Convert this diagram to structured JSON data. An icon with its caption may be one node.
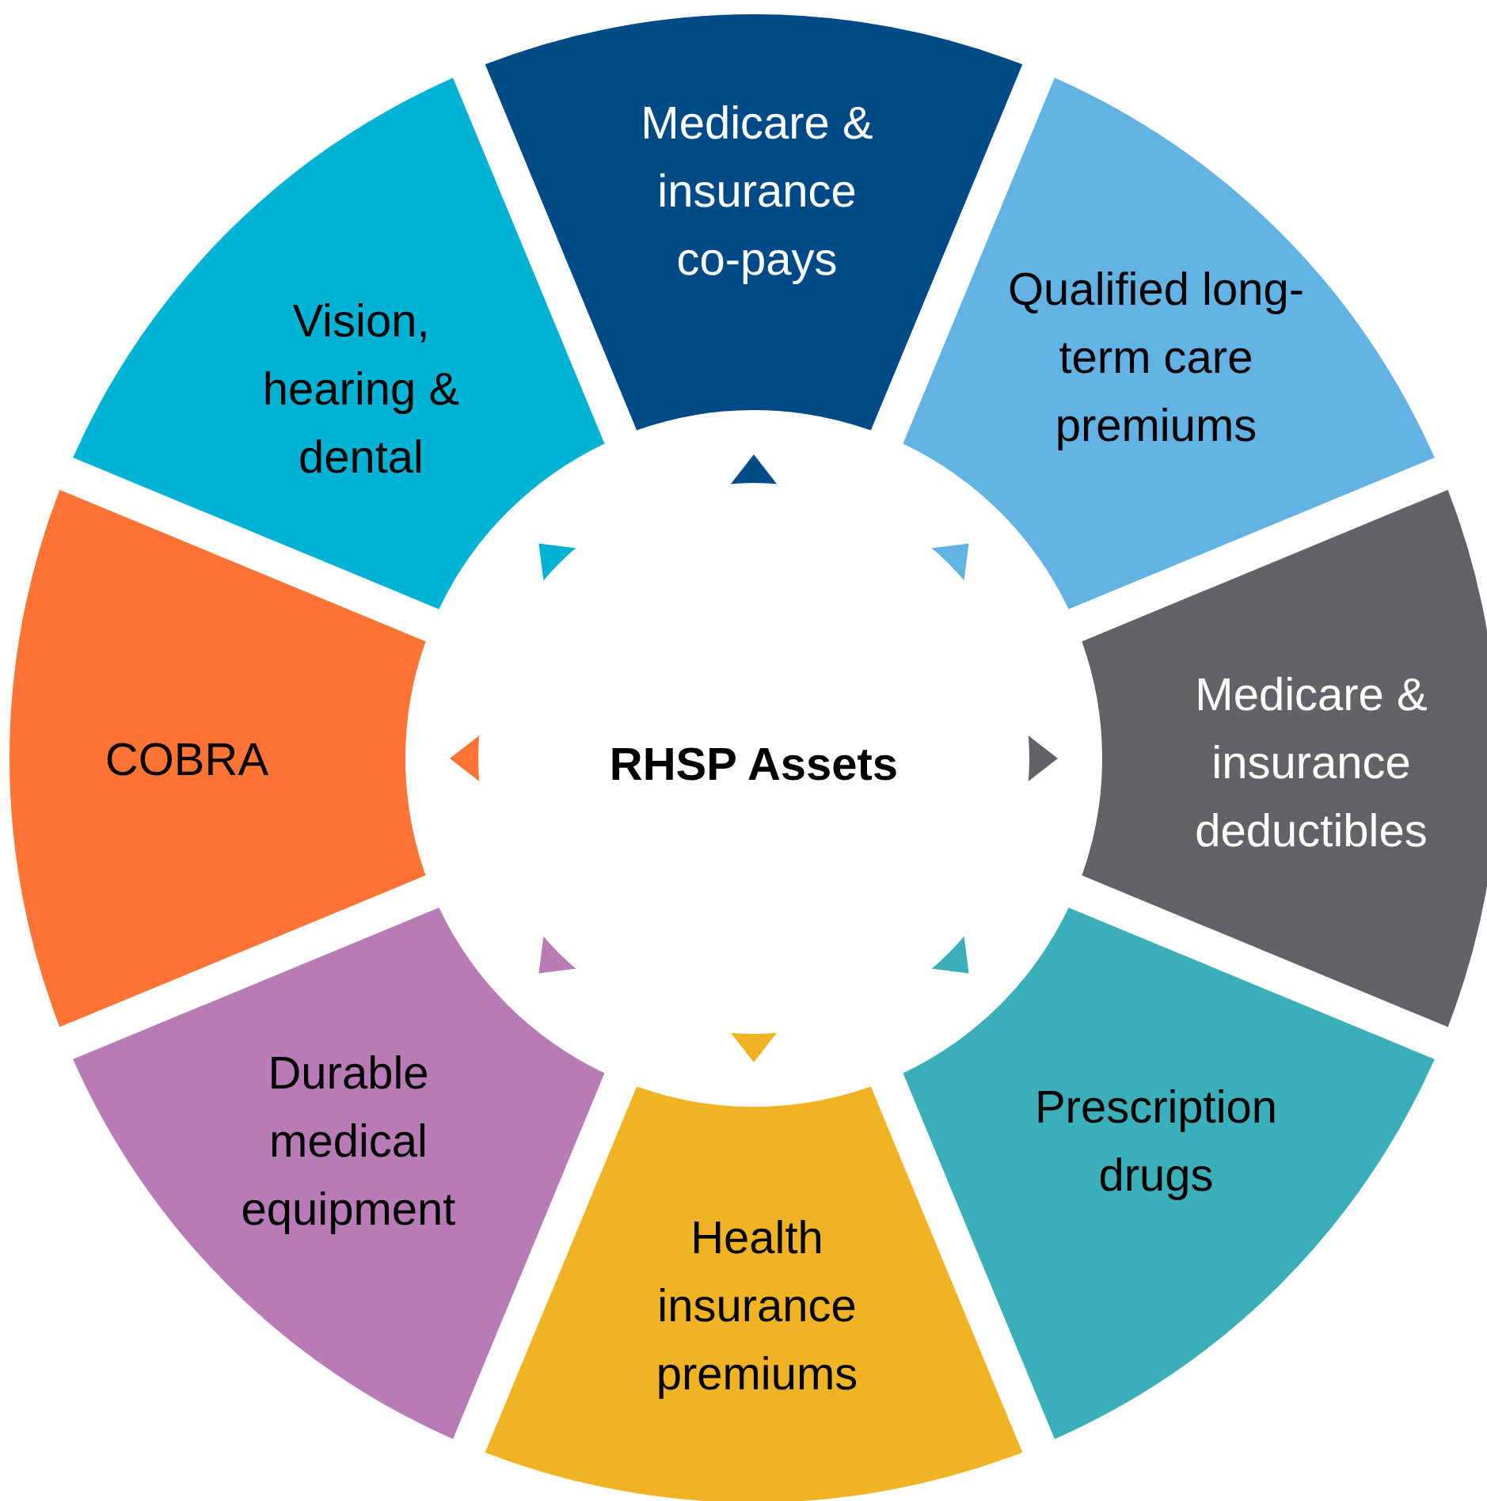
{
  "diagram": {
    "nodes": [
      {
        "text": [
          "RHSP Assets"
        ]
      },
      {
        "text": [
          "Medicare & insurance co-pays"
        ]
      },
      {
        "text": [
          "Qualified long-term care premiums"
        ]
      },
      {
        "text": [
          "Medicare & insurance deductibles"
        ]
      },
      {
        "text": [
          "Prescription drugs"
        ]
      },
      {
        "text": [
          "Health insurance premiums"
        ]
      },
      {
        "text": [
          "Durable medical equipment"
        ]
      },
      {
        "text": [
          "COBRA"
        ]
      },
      {
        "text": [
          "Vision, hearing & dental"
        ]
      }
    ]
  }
}
